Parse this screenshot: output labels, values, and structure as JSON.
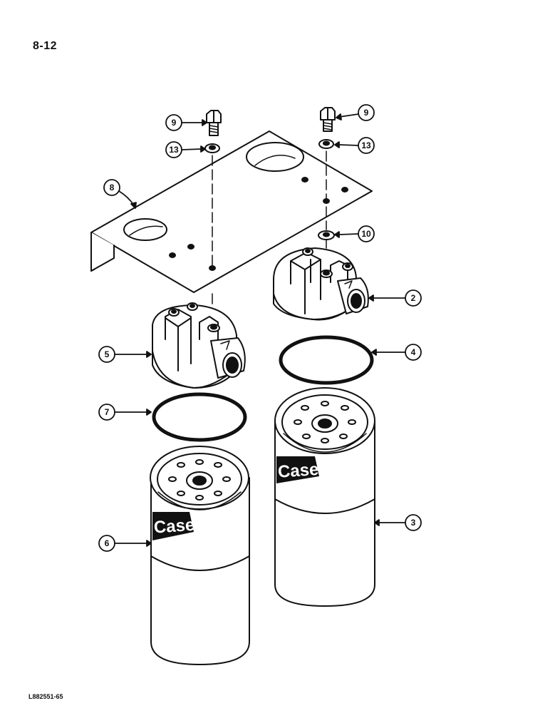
{
  "page": {
    "number": "8-12",
    "drawing_code": "L882551-65"
  },
  "brand_label": "Case",
  "callouts": {
    "bolt_right": "9",
    "bolt_left": "9",
    "washer_left": "13",
    "washer_right": "13",
    "plate": "8",
    "spacer": "10",
    "head_right": "2",
    "head_left": "5",
    "ring_right": "4",
    "ring_left": "7",
    "filter_right": "3",
    "filter_left": "6"
  },
  "colors": {
    "line": "#111111",
    "paper": "#ffffff"
  }
}
